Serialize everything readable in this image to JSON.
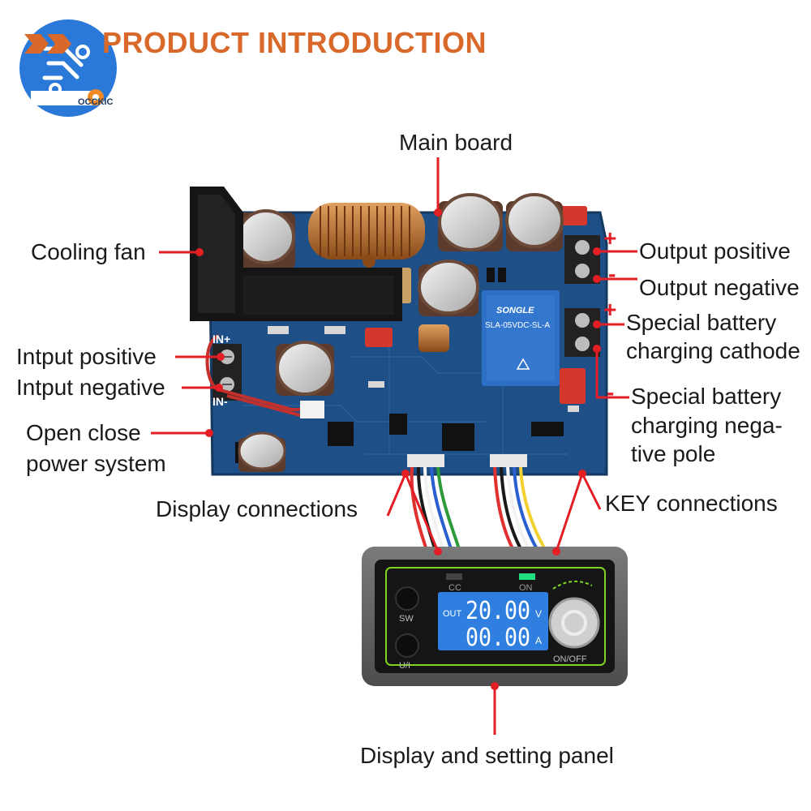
{
  "header": {
    "title": "PRODUCT INTRODUCTION",
    "logo_text": "OCCKIC"
  },
  "labels": {
    "main_board": "Main board",
    "cooling_fan": "Cooling fan",
    "input_positive": "Intput positive",
    "input_negative": "Intput negative",
    "open_close_1": "Open close",
    "open_close_2": "power system",
    "output_positive": "Output positive",
    "output_negative": "Output negative",
    "battery_cathode_1": "Special battery",
    "battery_cathode_2": "charging cathode",
    "battery_negative_1": "Special battery",
    "battery_negative_2": "charging nega-",
    "battery_negative_3": "tive pole",
    "display_connections": "Display connections",
    "key_connections": "KEY connections",
    "display_panel": "Display and setting panel"
  },
  "signs": {
    "out_plus": "+",
    "out_minus": "-",
    "bat_plus": "+",
    "bat_minus": "-"
  },
  "board": {
    "in_plus": "IN+",
    "in_minus": "IN-",
    "relay_brand": "SONGLE",
    "relay_model": "SLA-05VDC-SL-A"
  },
  "panel": {
    "cc": "CC",
    "on": "ON",
    "sw": "SW",
    "ui": "U/I",
    "on_off": "ON/OFF",
    "out": "OUT",
    "voltage": "20.00",
    "voltage_unit": "V",
    "current": "00.00",
    "current_unit": "A"
  },
  "colors": {
    "title": "#d9692a",
    "callout": "#e31e24",
    "board": "#1e4f86",
    "lcd": "#2f7fe0"
  }
}
